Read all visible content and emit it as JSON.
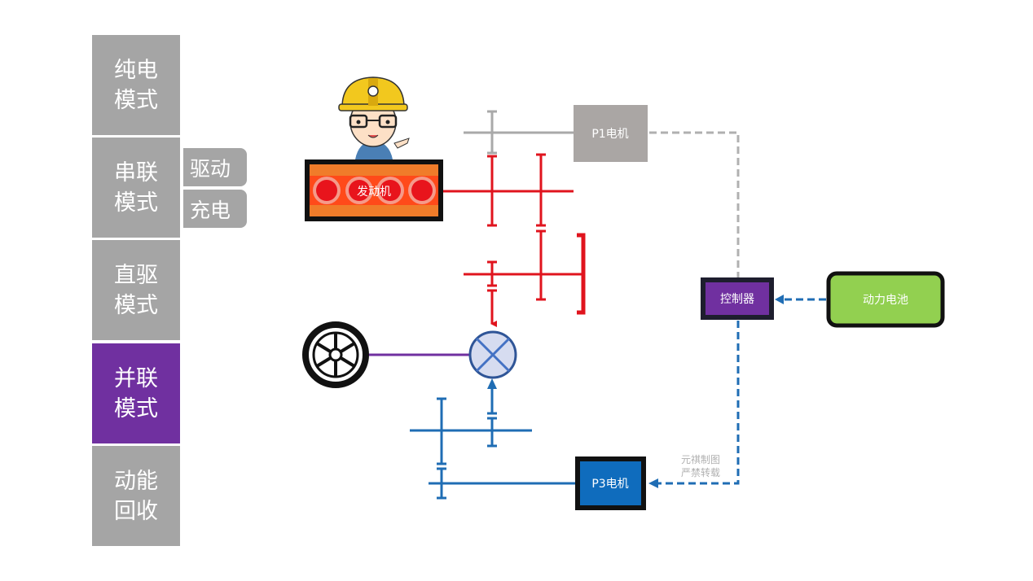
{
  "nav": {
    "items": [
      {
        "line1": "纯电",
        "line2": "模式",
        "active": false
      },
      {
        "line1": "串联",
        "line2": "模式",
        "active": false
      },
      {
        "line1": "直驱",
        "line2": "模式",
        "active": false
      },
      {
        "line1": "并联",
        "line2": "模式",
        "active": true
      },
      {
        "line1": "动能",
        "line2": "回收",
        "active": false
      }
    ],
    "sub_items": [
      {
        "label": "驱动"
      },
      {
        "label": "充电"
      }
    ]
  },
  "diagram": {
    "engine": {
      "label": "发动机"
    },
    "p1_motor": {
      "label": "P1电机"
    },
    "controller": {
      "label": "控制器"
    },
    "battery": {
      "label": "动力电池"
    },
    "p3_motor": {
      "label": "P3电机"
    },
    "colors": {
      "engine_path": "#e0141e",
      "motor_path": "#1f6db4",
      "inactive_path": "#a9a9a9",
      "wheel_shaft": "#7030a0",
      "controller_fill": "#7030a0",
      "battery_fill": "#92d050",
      "p3_fill": "#0f6cbd",
      "engine_fill": "#f07c2a",
      "nav_active": "#7030a0",
      "nav_inactive": "#a5a5a5"
    }
  },
  "watermark": {
    "line1": "元祺制图",
    "line2": "严禁转载"
  }
}
